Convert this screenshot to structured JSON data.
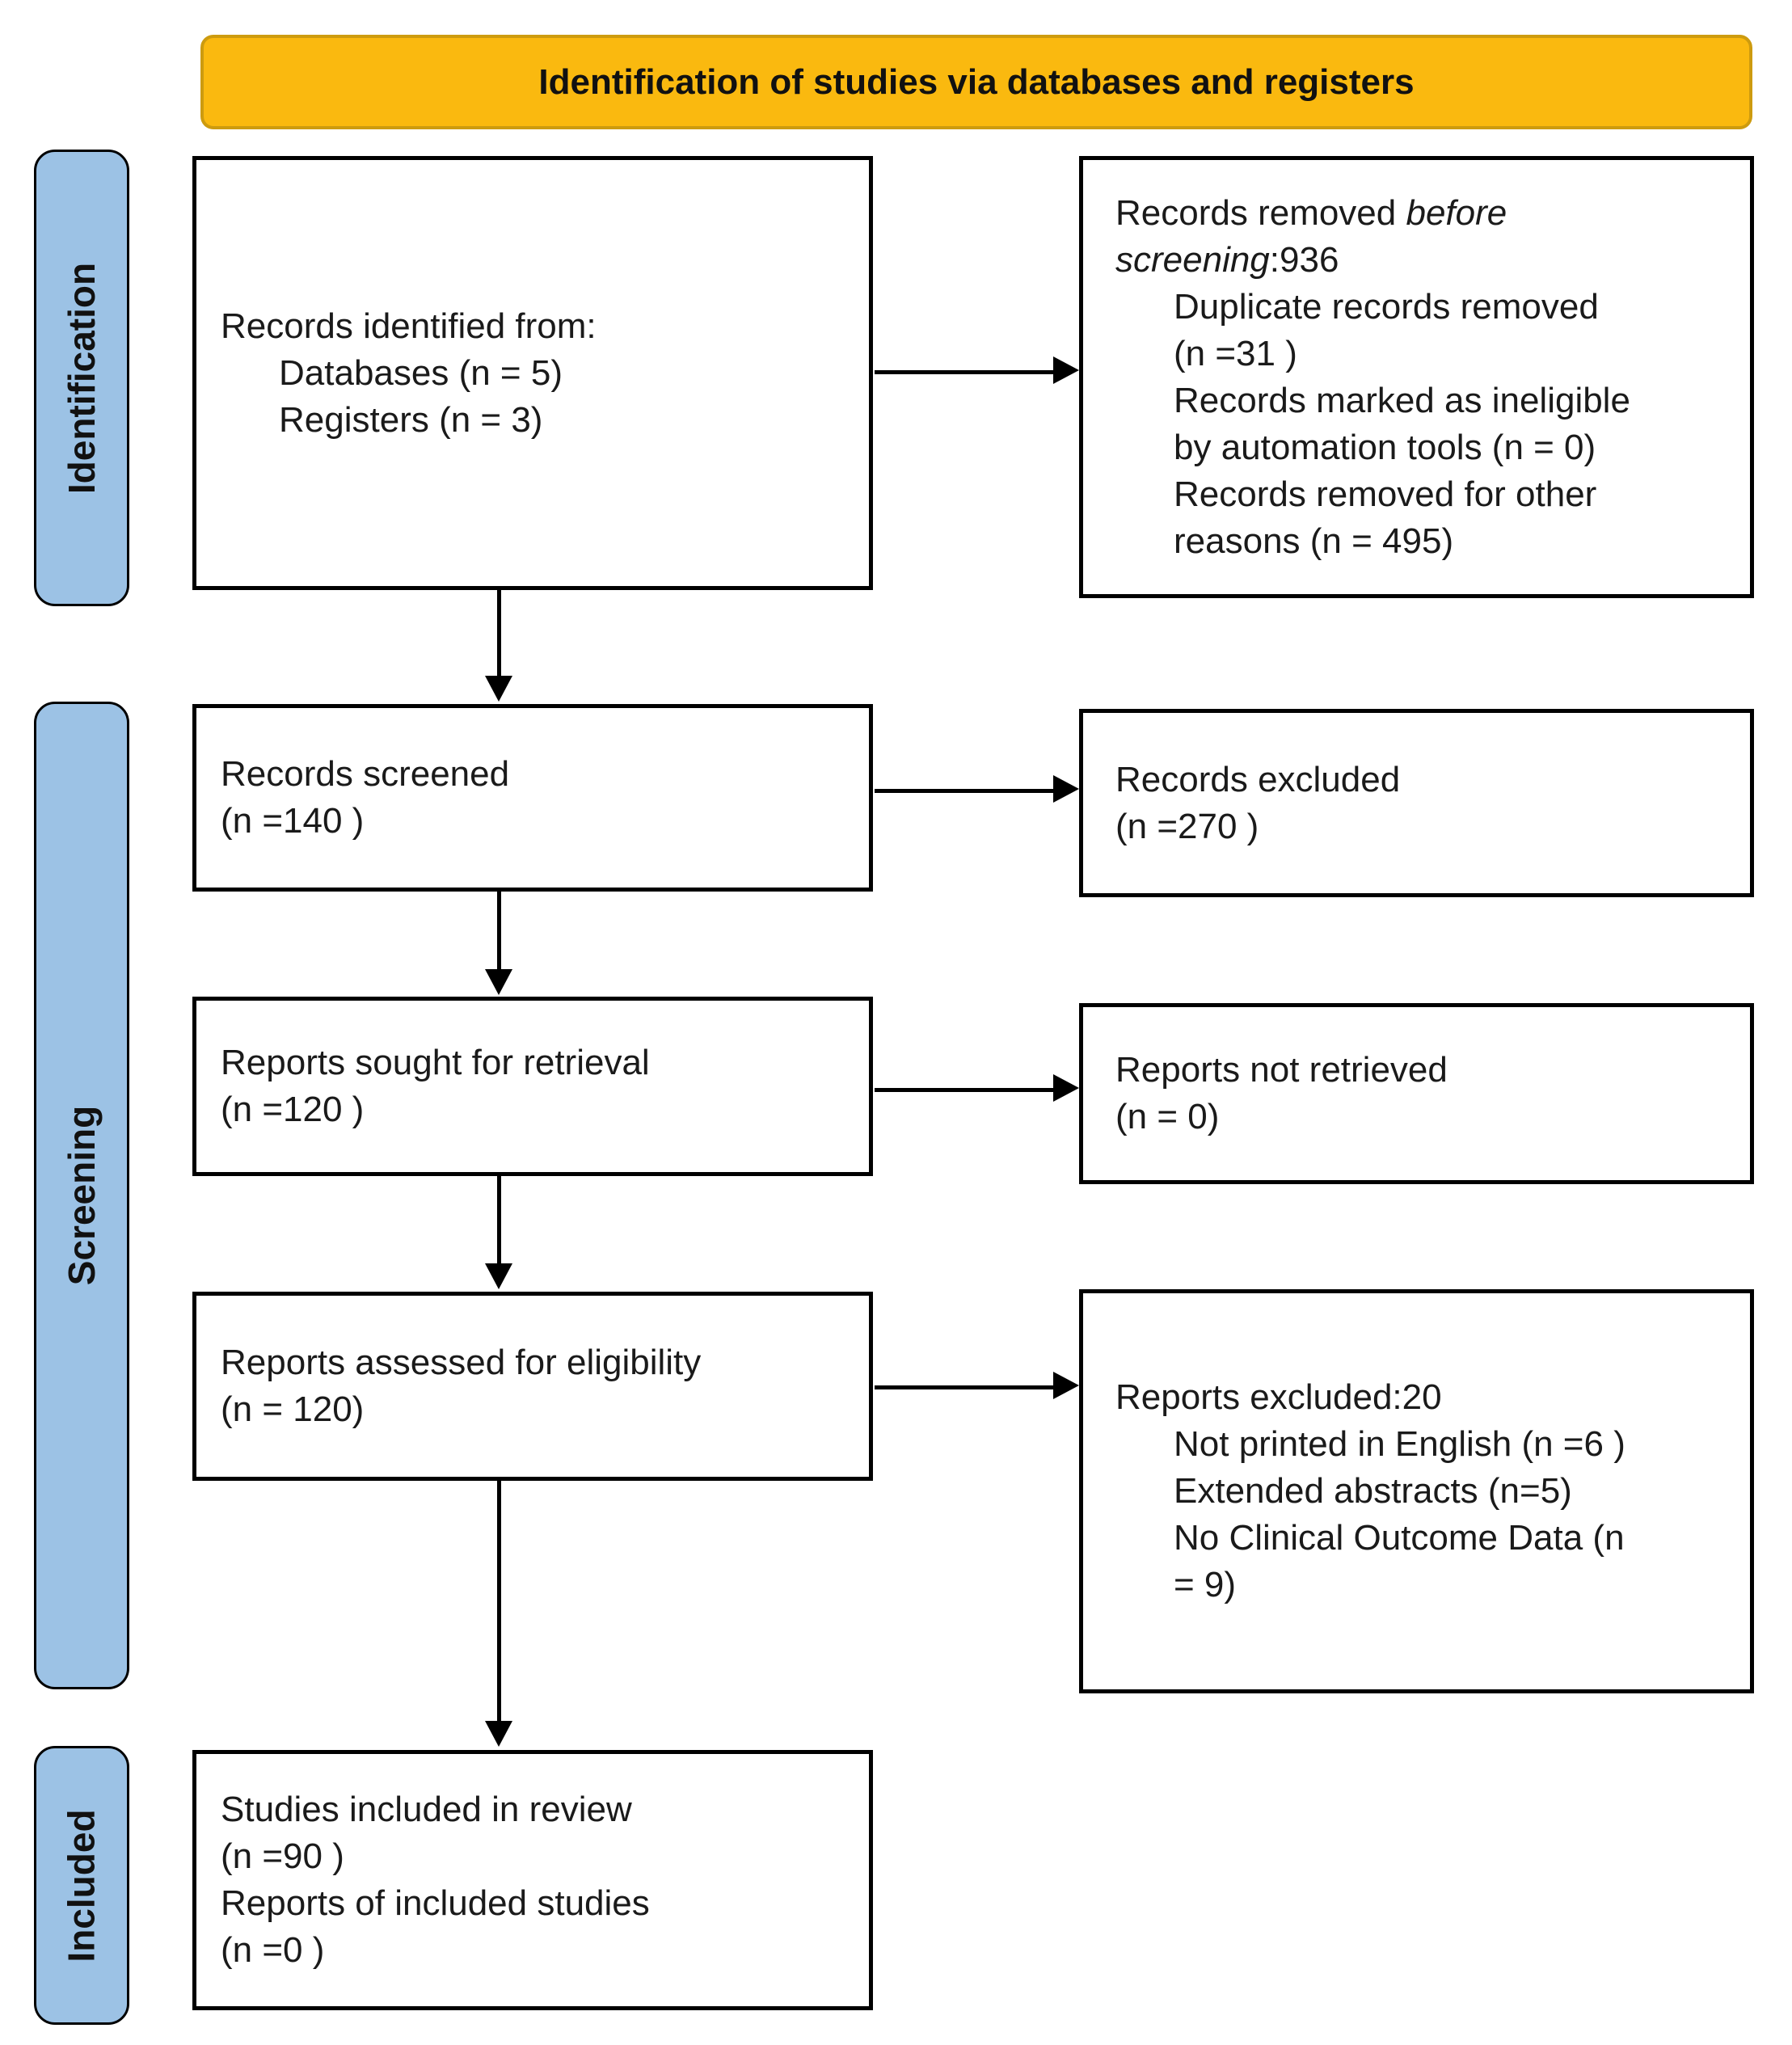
{
  "header": {
    "label": "Identification of studies via databases and registers"
  },
  "stages": {
    "identification": "Identification",
    "screening": "Screening",
    "included": "Included"
  },
  "flow": {
    "identified": {
      "intro": "Records identified from:",
      "items": [
        "Databases (n = 5)",
        "Registers (n = 3)"
      ]
    },
    "removed": {
      "prefix": "Records removed ",
      "italic": "before\nscreening",
      "suffix": ":936",
      "items": [
        "Duplicate records removed\n(n =31 )",
        "Records marked as ineligible\nby automation tools (n = 0)",
        "Records removed for other\nreasons (n = 495)"
      ]
    },
    "screened": {
      "line1": "Records screened",
      "line2": "(n =140 )"
    },
    "records_excluded": {
      "line1": "Records excluded",
      "line2": "(n =270 )"
    },
    "sought": {
      "line1": "Reports sought for retrieval",
      "line2": "(n =120 )"
    },
    "not_retrieved": {
      "line1": "Reports not retrieved",
      "line2": "(n = 0)"
    },
    "assessed": {
      "line1": "Reports assessed for eligibility",
      "line2": "(n = 120)"
    },
    "reports_excluded": {
      "title": "Reports excluded:20",
      "items": [
        "Not printed in English  (n =6 )",
        "Extended abstracts (n=5)",
        "No Clinical Outcome Data (n\n= 9)"
      ]
    },
    "included_box": {
      "line1": "Studies included in review",
      "line2": "(n =90 )",
      "line3": "Reports of included studies",
      "line4": "(n =0 )"
    }
  },
  "colors": {
    "banner_fill": "#FAB90F",
    "banner_border": "#CD9B0F",
    "stage_fill": "#9CC2E5",
    "box_border": "#000000"
  }
}
